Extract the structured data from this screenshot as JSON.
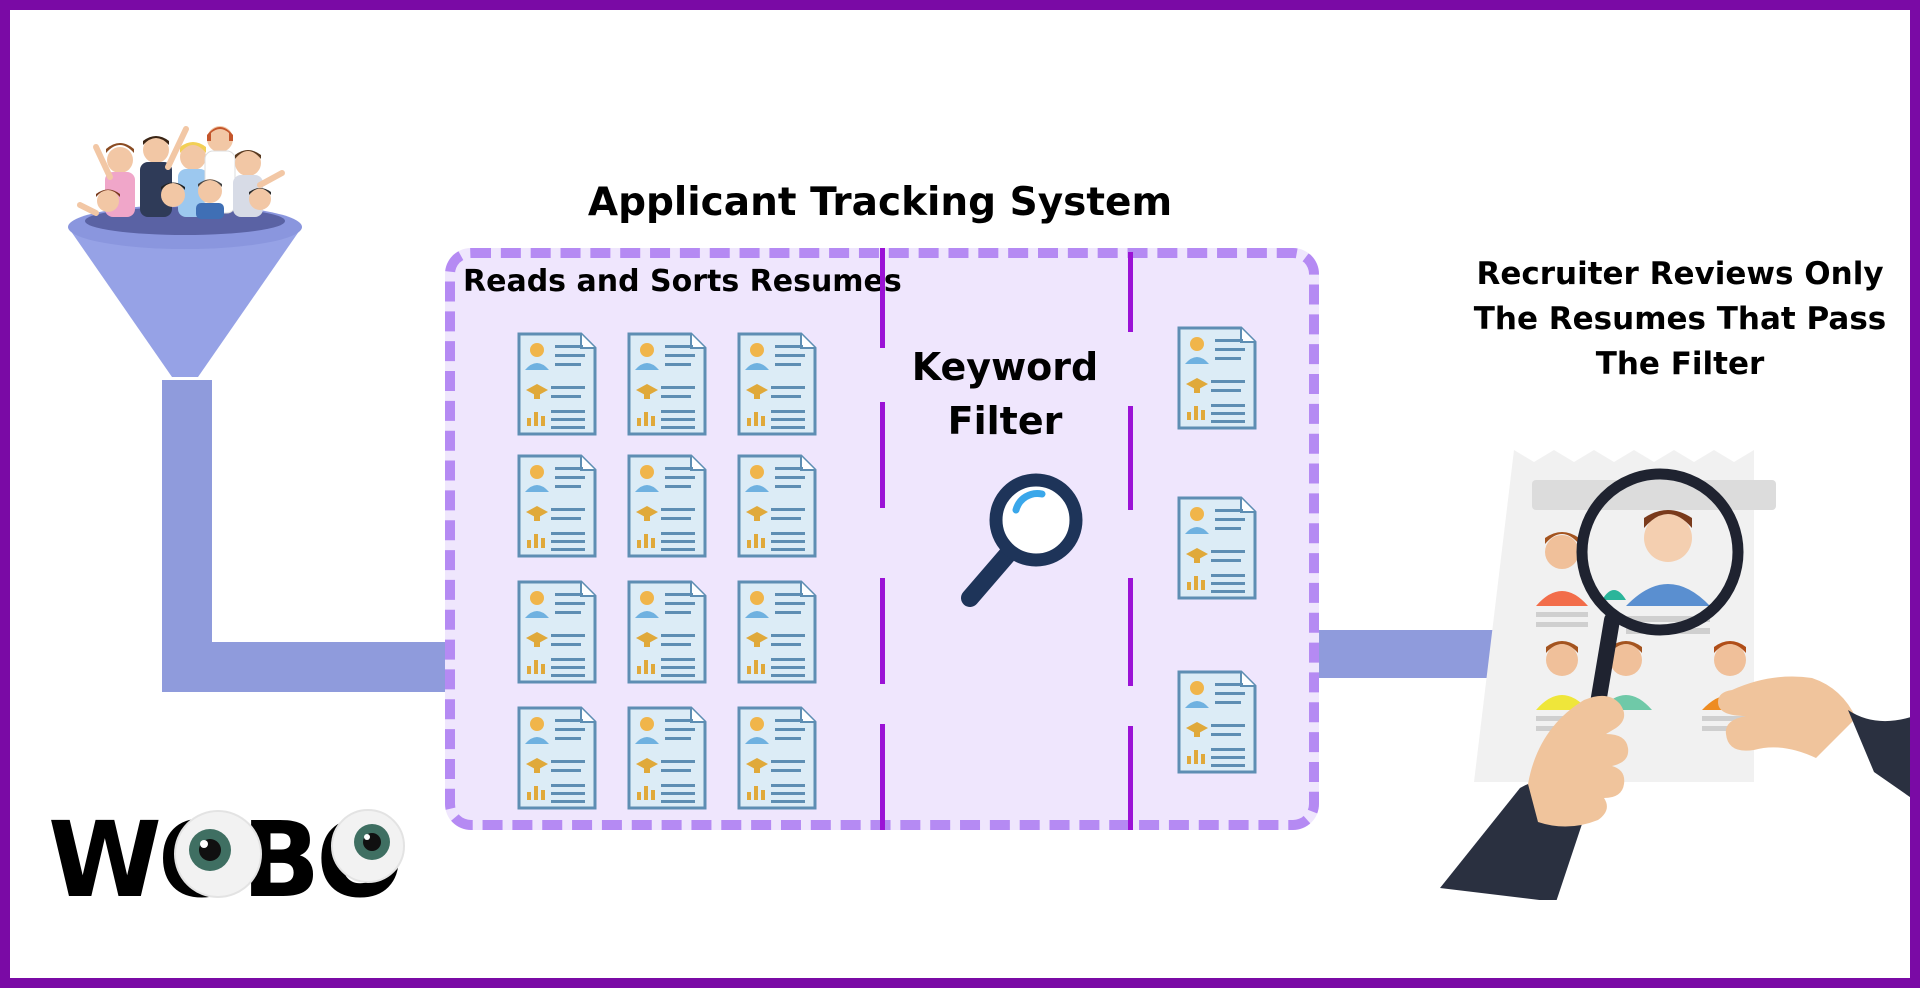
{
  "diagram": {
    "title": "Applicant Tracking System",
    "ats_stage_label": "Reads and Sorts Resumes",
    "filter_label_line1": "Keyword",
    "filter_label_line2": "Filter",
    "recruiter_caption_line1": "Recruiter Reviews Only",
    "recruiter_caption_line2": "The Resumes That Pass",
    "recruiter_caption_line3": "The Filter"
  },
  "logo": {
    "text": "WOBO"
  },
  "icons": {
    "funnel": "funnel-icon",
    "crowd": "people-crowd-icon",
    "resume": "resume-document-icon",
    "magnifier": "magnifying-glass-icon",
    "recruiter": "hands-holding-magnifier-over-resumes-icon"
  },
  "colors": {
    "frame": "#7a0aa5",
    "ats_fill": "#efe6fd",
    "ats_border": "#b58af3",
    "divider": "#9b12d6",
    "pipe": "#8f9bdc",
    "resume_fill": "#dcecf6",
    "resume_outline": "#5e8eb3",
    "magnifier": "#1e3459"
  }
}
